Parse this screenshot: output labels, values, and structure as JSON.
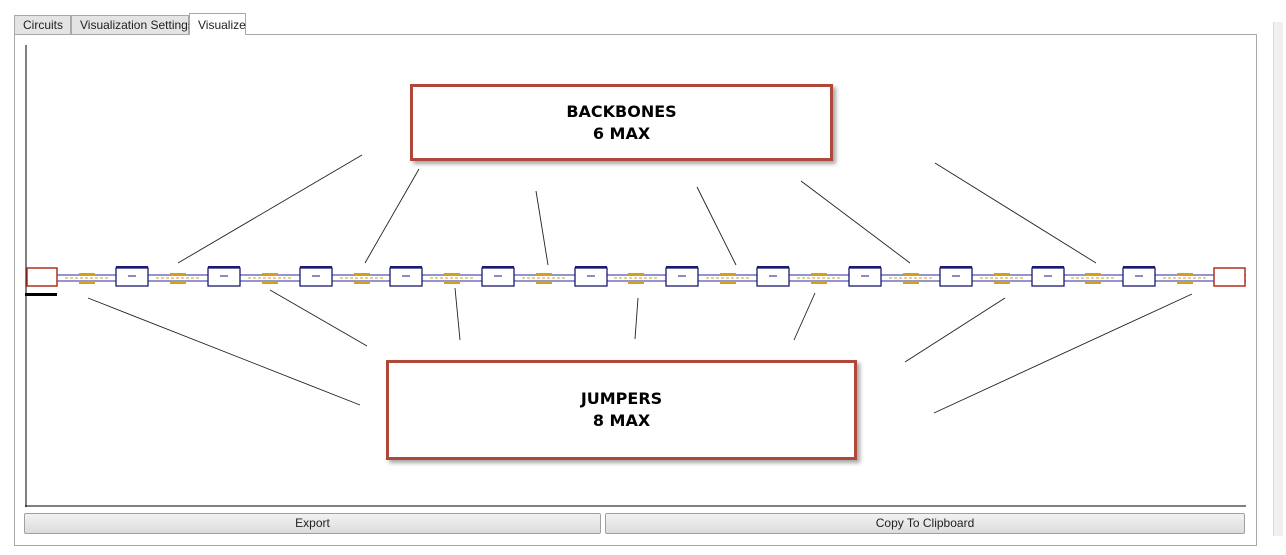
{
  "tabs": [
    {
      "label": "Circuits",
      "active": false
    },
    {
      "label": "Visualization Settings",
      "active": false
    },
    {
      "label": "Visualize",
      "active": true
    }
  ],
  "callouts": {
    "backbones": {
      "line1": "BACKBONES",
      "line2": "6 MAX"
    },
    "jumpers": {
      "line1": "JUMPERS",
      "line2": "8 MAX"
    }
  },
  "buttons": {
    "export_label": "Export",
    "copy_label": "Copy To Clipboard"
  },
  "colors": {
    "callout_border": "#b0483a",
    "link_blue": "#2a2aa0",
    "jumper_gold": "#d4a017",
    "end_red": "#b03020"
  }
}
